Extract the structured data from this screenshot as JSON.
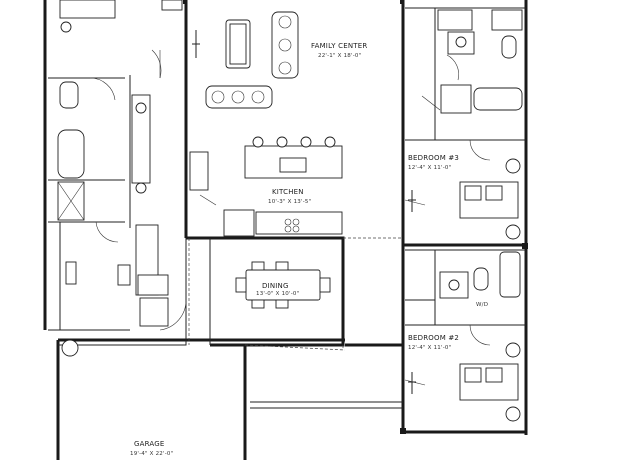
{
  "rooms": {
    "family_center": {
      "name": "FAMILY CENTER",
      "size": "22'-1\" X 18'-0\""
    },
    "kitchen": {
      "name": "KITCHEN",
      "size": "10'-3\" X 13'-5\""
    },
    "dining": {
      "name": "DINING",
      "size": "13'-0\" X 10'-0\""
    },
    "bedroom3": {
      "name": "BEDROOM #3",
      "size": "12'-4\" X 11'-0\""
    },
    "bedroom2": {
      "name": "BEDROOM #2",
      "size": "12'-4\" X 11'-0\""
    },
    "garage": {
      "name": "GARAGE",
      "size": "19'-4\" X 22'-0\""
    }
  },
  "annotations": {
    "wall_tag": "W/D"
  },
  "colors": {
    "wall": "#1a1a1a",
    "line": "#222222",
    "background": "#ffffff"
  }
}
